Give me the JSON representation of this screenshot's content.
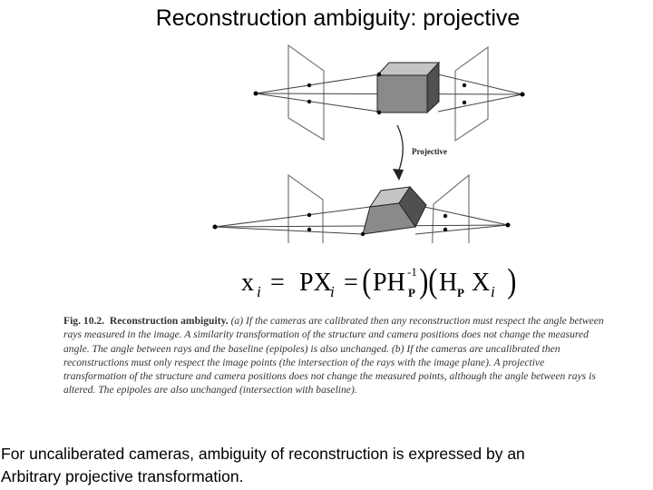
{
  "title": "Reconstruction ambiguity: projective",
  "figure": {
    "arrow_label": "Projective",
    "equation": {
      "x": "x",
      "i1": "i",
      "eq1": "=",
      "PX": "PX",
      "i2": "i",
      "eq2": "=",
      "lp1": "(",
      "PH": "PH",
      "inv": "-1",
      "P1": "P",
      "rp1": ")",
      "lp2": "(",
      "H": "H",
      "P2": "P",
      "X": "X",
      "i3": "i",
      "rp2": ")"
    }
  },
  "caption": {
    "label": "Fig. 10.2.",
    "heading": "Reconstruction ambiguity.",
    "text": "(a) If the cameras are calibrated then any reconstruction must respect the angle between rays measured in the image. A similarity transformation of the structure and camera positions does not change the measured angle. The angle between rays and the baseline (epipoles) is also unchanged. (b) If the cameras are uncalibrated then reconstructions must only respect the image points (the intersection of the rays with the image plane). A projective transformation of the structure and camera positions does not change the measured points, although the angle between rays is altered. The epipoles are also unchanged (intersection with baseline)."
  },
  "footer": {
    "line1": "For  uncaliberated cameras, ambiguity of reconstruction is expressed by an",
    "line2": "Arbitrary projective transformation."
  },
  "colors": {
    "cube_front": "#8a8a8a",
    "cube_top": "#c4c4c4",
    "cube_side": "#505050",
    "plane_line": "#777777"
  }
}
